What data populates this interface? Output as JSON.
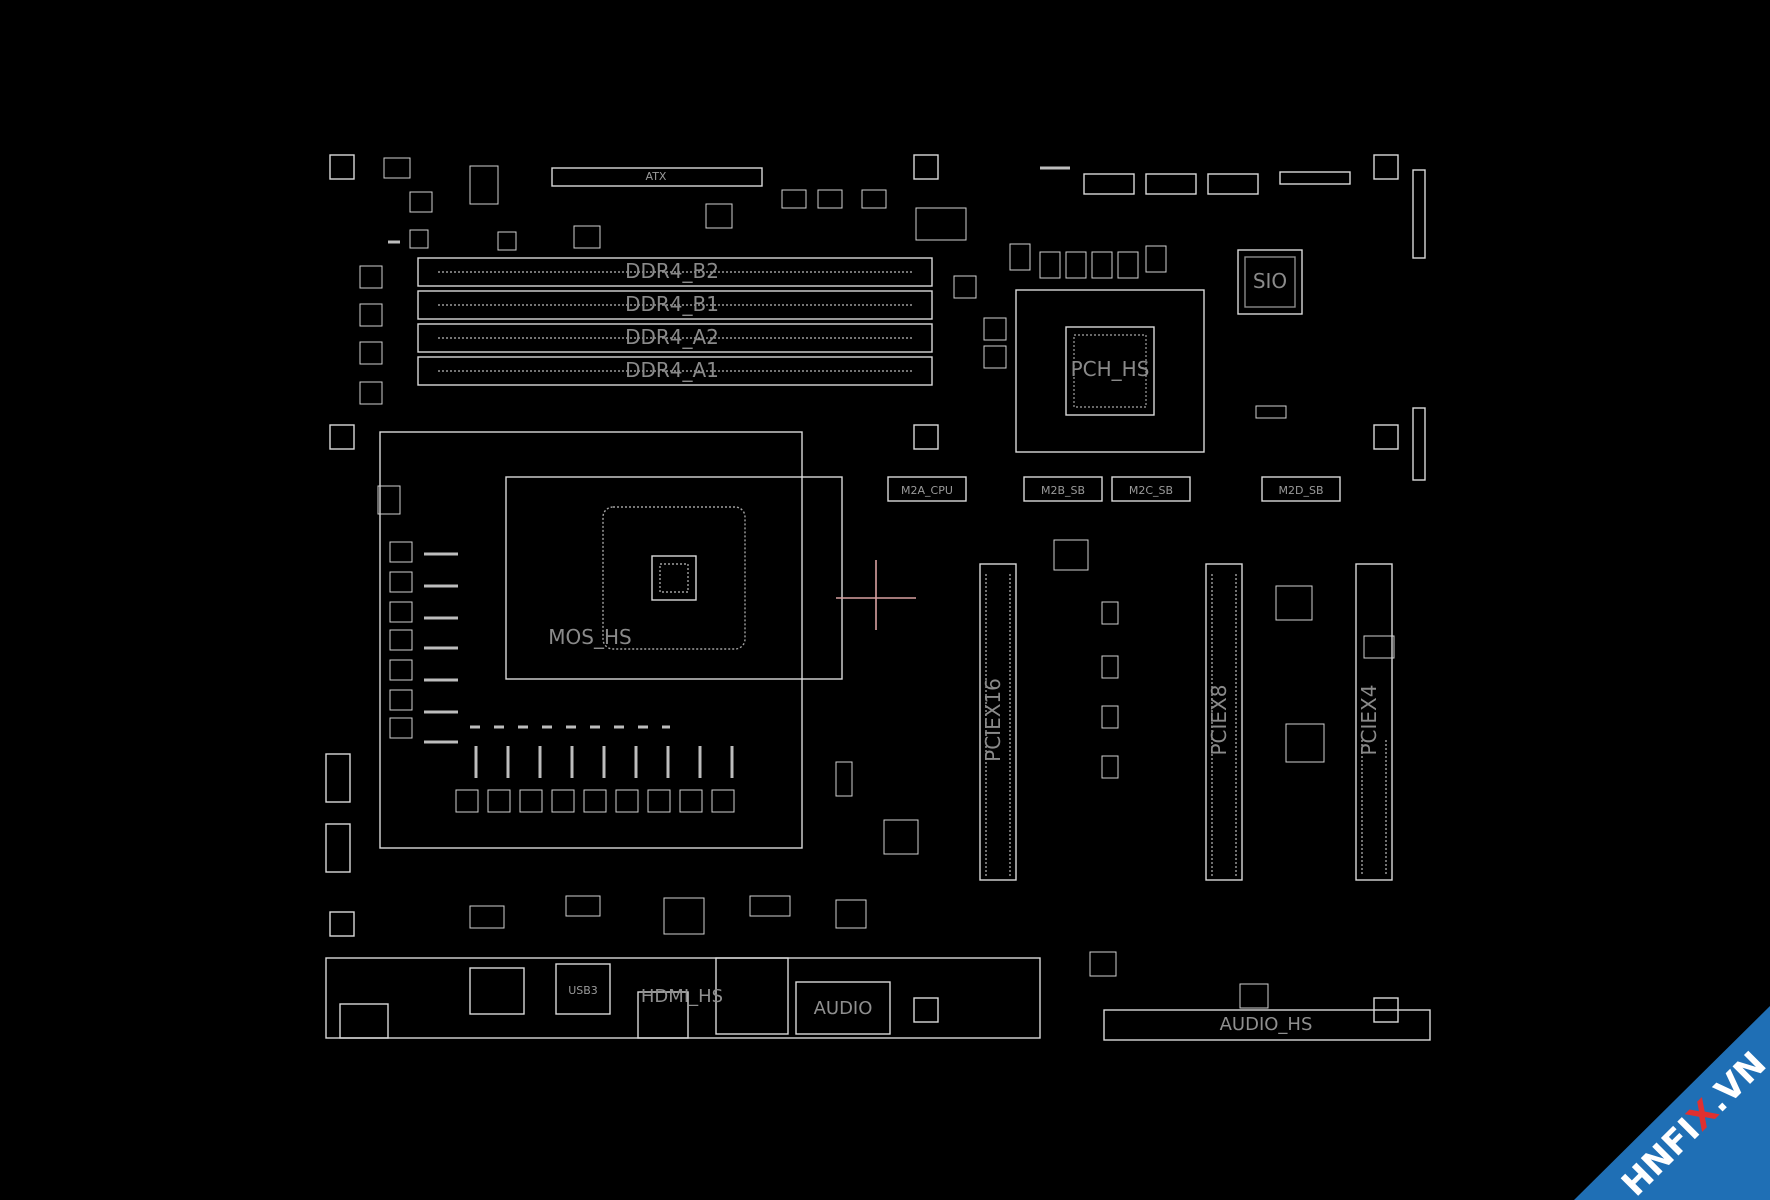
{
  "colors": {
    "background": "#000000",
    "outline": "#d9d9d9",
    "label": "#8a8a8a",
    "probe": "#d7a0a0",
    "watermark_band": "#1f6fb5",
    "watermark_text": "#ffffff",
    "watermark_accent": "#e03030"
  },
  "labels": {
    "atx": "ATX",
    "ddr4_b2": "DDR4_B2",
    "ddr4_b1": "DDR4_B1",
    "ddr4_a2": "DDR4_A2",
    "ddr4_a1": "DDR4_A1",
    "pch_hs": "PCH_HS",
    "sio": "SIO",
    "m2a_cpu": "M2A_CPU",
    "m2b_sb": "M2B_SB",
    "m2c_sb": "M2C_SB",
    "m2d_sb": "M2D_SB",
    "mos_hs": "MOS_HS",
    "pciex16": "PCIEX16",
    "pciex8": "PCIEX8",
    "pciex4": "PCIEX4",
    "hdmi_hs": "HDMI_HS",
    "audio": "AUDIO",
    "audio_hs": "AUDIO_HS",
    "usb3": "USB3"
  },
  "watermark": {
    "text_before": "HNFI",
    "text_accent": "X",
    "text_after": ".VN"
  }
}
